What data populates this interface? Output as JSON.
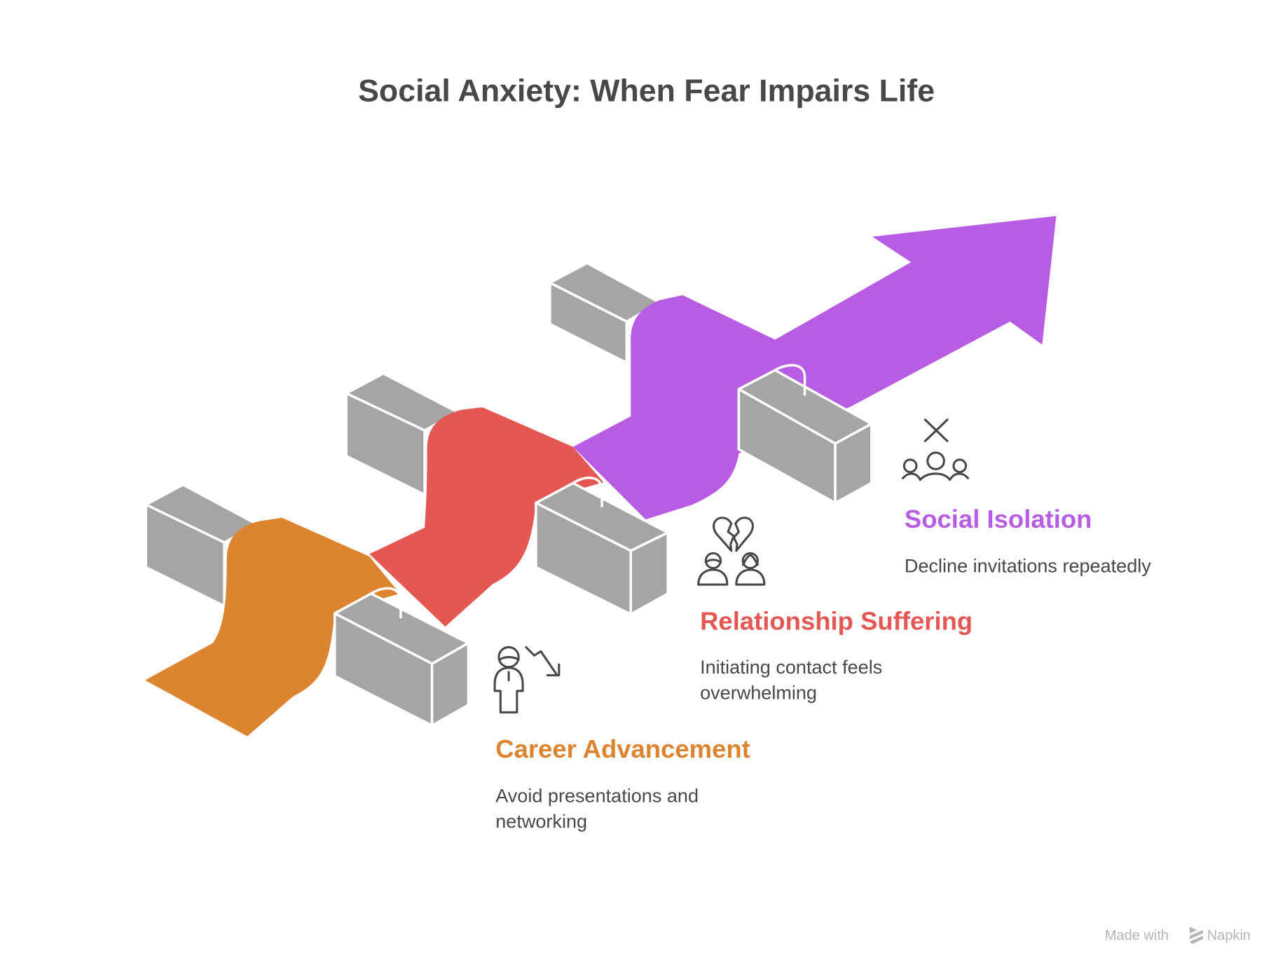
{
  "title": "Social Anxiety: When Fear Impairs Life",
  "colors": {
    "career": "#DD8430",
    "relationship": "#E45753",
    "isolation": "#B75CE3",
    "block": "#A5A5A5",
    "text": "#484848"
  },
  "steps": [
    {
      "heading": "Career Advancement",
      "description_lines": [
        "Avoid presentations and",
        "networking"
      ],
      "icon": "person-declining-chart-icon"
    },
    {
      "heading": "Relationship Suffering",
      "description_lines": [
        "Initiating contact feels",
        "overwhelming"
      ],
      "icon": "broken-heart-couple-icon"
    },
    {
      "heading": "Social Isolation",
      "description_lines": [
        "Decline invitations repeatedly"
      ],
      "icon": "group-excluded-icon"
    }
  ],
  "watermark": {
    "prefix": "Made with",
    "brand": "Napkin"
  }
}
